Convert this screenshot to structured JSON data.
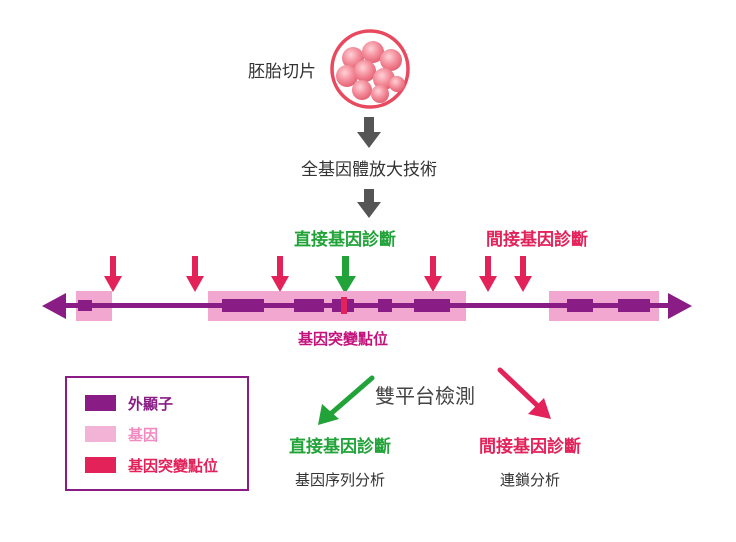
{
  "top": {
    "embryo_label": "胚胎切片",
    "amplification_label": "全基因體放大技術"
  },
  "diagnosis_headers": {
    "direct": "直接基因診斷",
    "indirect": "間接基因診斷"
  },
  "chromosome": {
    "mutation_site_label": "基因突變點位"
  },
  "platform": {
    "title": "雙平台檢測",
    "left_title": "直接基因診斷",
    "left_sub": "基因序列分析",
    "right_title": "間接基因診斷",
    "right_sub": "連鎖分析"
  },
  "legend": {
    "items": [
      {
        "label": "外顯子"
      },
      {
        "label": "基因"
      },
      {
        "label": "基因突變點位"
      }
    ]
  },
  "colors": {
    "purple": "#8a1d85",
    "pink_light": "#f1a7cf",
    "pink_legend": "#f3b3d6",
    "crimson": "#e3225a",
    "green": "#22a339",
    "grey_arrow": "#555555",
    "cell_fill": "#f08a97",
    "cell_ring": "#e8495f",
    "text_dark": "#333333"
  }
}
